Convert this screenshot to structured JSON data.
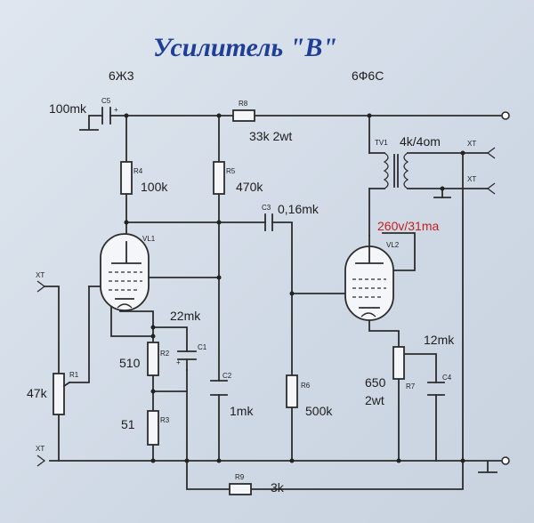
{
  "title": "Усилитель \"В\"",
  "tubes": {
    "vl1_type": "6Ж3",
    "vl2_type": "6Ф6С",
    "vl1_ref": "VL1",
    "vl2_ref": "VL2"
  },
  "components": {
    "c5": {
      "ref": "C5",
      "value": "100mk",
      "polarity": "+"
    },
    "r8": {
      "ref": "R8",
      "value": "33k 2wt"
    },
    "r4": {
      "ref": "R4",
      "value": "100k"
    },
    "r5": {
      "ref": "R5",
      "value": "470k"
    },
    "c3": {
      "ref": "C3",
      "value": "0,16mk"
    },
    "tv1": {
      "ref": "TV1",
      "value": "4k/4om"
    },
    "vl2_note": "260v/31ma",
    "r1": {
      "ref": "R1",
      "value": "47k"
    },
    "c1": {
      "ref": "C1",
      "value": "22mk",
      "polarity": "+"
    },
    "r2": {
      "ref": "R2",
      "value": "510"
    },
    "r3": {
      "ref": "R3",
      "value": "51"
    },
    "c2": {
      "ref": "C2",
      "value": "1mk"
    },
    "r6": {
      "ref": "R6",
      "value": "500k"
    },
    "r7": {
      "ref": "R7",
      "value": "650",
      "value2": "2wt"
    },
    "c4": {
      "ref": "C4",
      "value": "12mk"
    },
    "r9": {
      "ref": "R9",
      "value": "3k"
    }
  },
  "connectors": {
    "xt": "XT"
  }
}
